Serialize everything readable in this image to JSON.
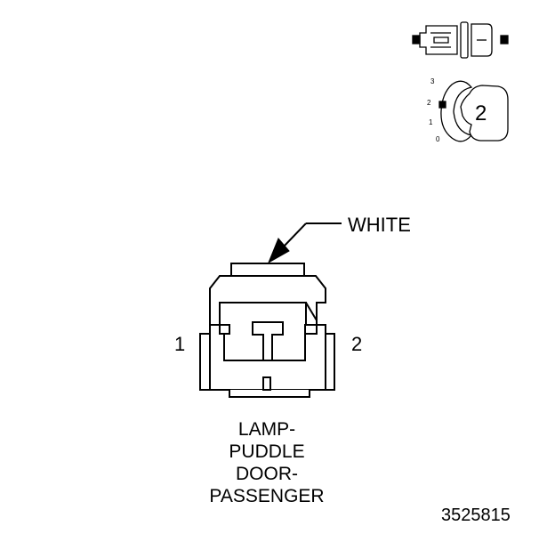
{
  "connector": {
    "color_callout": "WHITE",
    "pins": [
      {
        "id": "pin-1-label",
        "number": "1"
      },
      {
        "id": "pin-2-label",
        "number": "2"
      }
    ],
    "name_lines": [
      "LAMP-",
      "PUDDLE",
      "DOOR-",
      "PASSENGER"
    ]
  },
  "orientation_icon": {
    "cavity_scale": [
      "3",
      "2",
      "1",
      "0"
    ],
    "cavity_count": "2"
  },
  "figure_number": "3525815",
  "colors": {
    "ink": "#000000",
    "fill": "#ffffff",
    "shade": "#dddddd"
  }
}
